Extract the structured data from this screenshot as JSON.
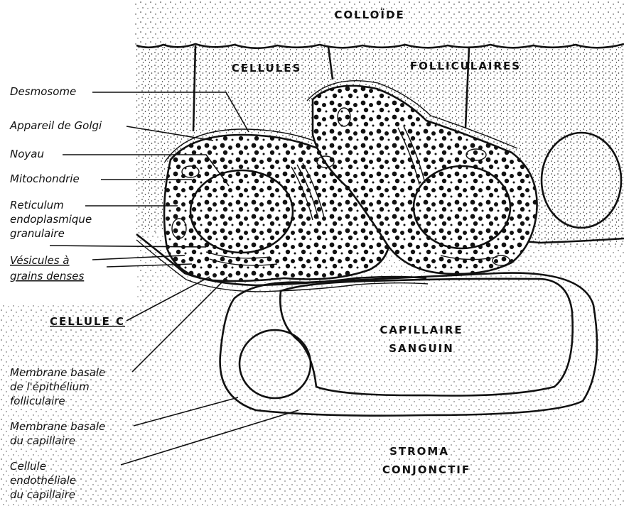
{
  "regions": {
    "colloid": "COLLOÏDE",
    "cells_left": "CELLULES",
    "cells_right": "FOLLICULAIRES",
    "capillary_line1": "CAPILLAIRE",
    "capillary_line2": "SANGUIN",
    "stroma_line1": "STROMA",
    "stroma_line2": "CONJONCTIF"
  },
  "labels": {
    "desmosome": "Desmosome",
    "golgi": "Appareil de Golgi",
    "nucleus": "Noyau",
    "mitochondria": "Mitochondrie",
    "reticulum_1": "Reticulum",
    "reticulum_2": "endoplasmique",
    "reticulum_3": "granulaire",
    "vesicles_1": "Vésicules à",
    "vesicles_2": "grains denses",
    "c_cell": "CELLULE C",
    "basal_epi_1": "Membrane basale",
    "basal_epi_2": "de l'épithélium",
    "basal_epi_3": "folliculaire",
    "basal_cap_1": "Membrane basale",
    "basal_cap_2": "du capillaire",
    "endo_1": "Cellule",
    "endo_2": "endothéliale",
    "endo_3": "du capillaire"
  }
}
